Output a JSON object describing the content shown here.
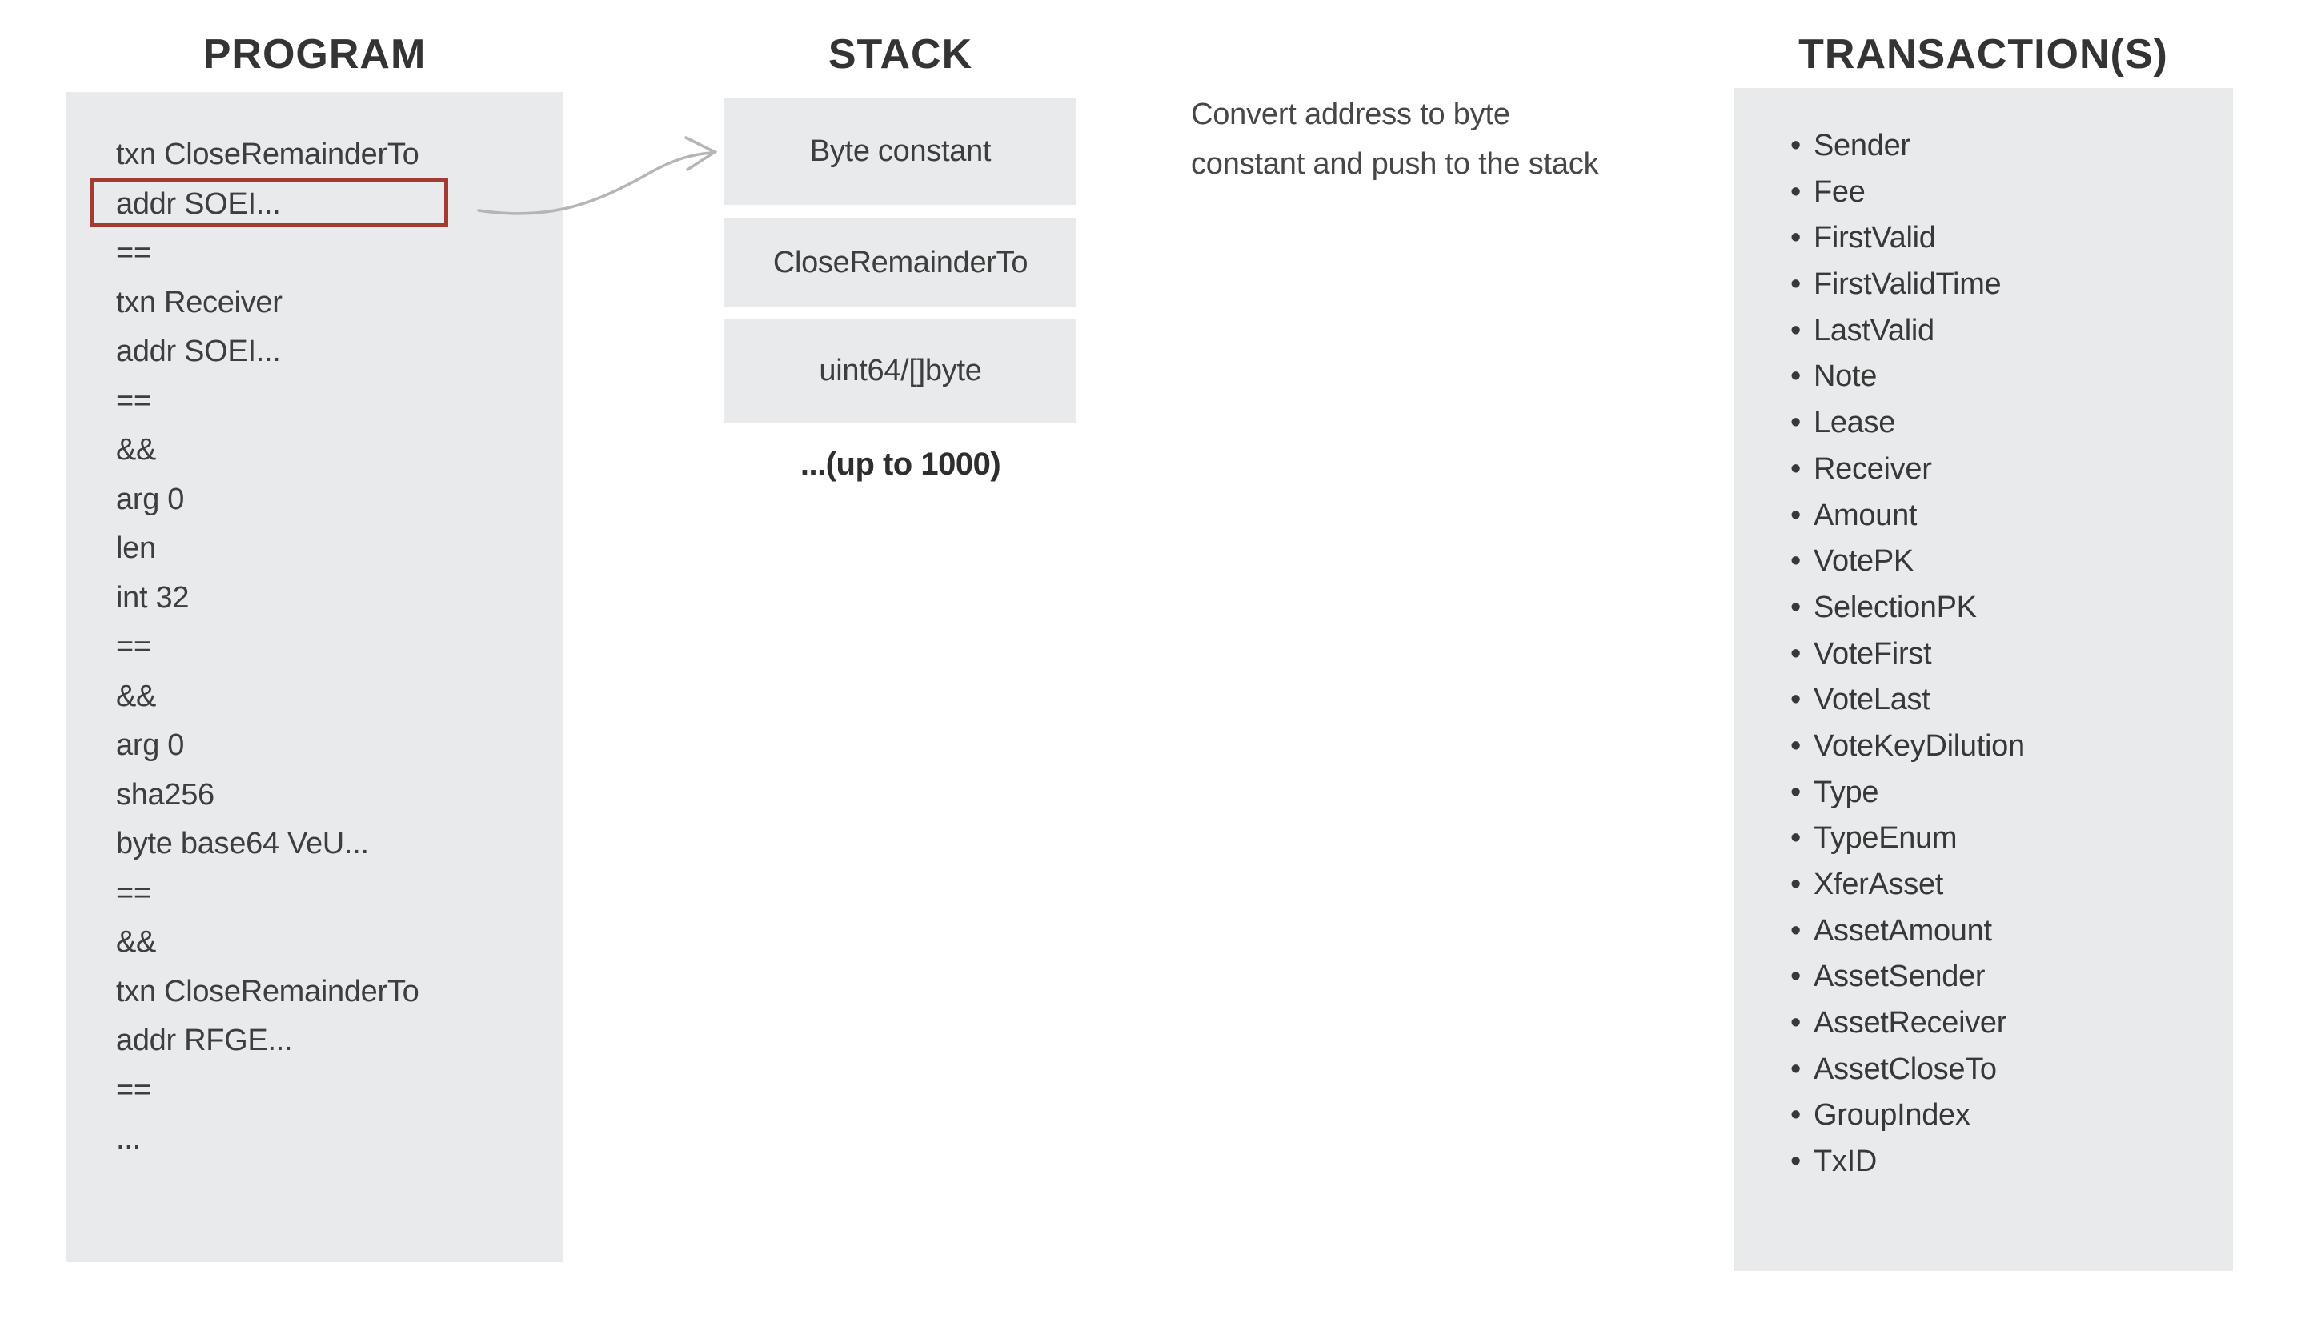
{
  "titles": {
    "program": "PROGRAM",
    "stack": "STACK",
    "transactions": "TRANSACTION(S)"
  },
  "program": {
    "lines": [
      "txn CloseRemainderTo",
      "addr SOEI...",
      "==",
      "txn Receiver",
      "addr SOEI...",
      "==",
      "&&",
      "arg 0",
      "len",
      "int 32",
      "==",
      "&&",
      "arg 0",
      "sha256",
      "byte base64 VeU...",
      "==",
      "&&",
      "txn CloseRemainderTo",
      "addr RFGE...",
      "==",
      "..."
    ],
    "highlighted_line": "addr SOEI...",
    "highlight_index": 1
  },
  "stack": {
    "boxes": [
      "Byte constant",
      "CloseRemainderTo",
      "uint64/[]byte"
    ],
    "note": "...(up to 1000)"
  },
  "annotation": {
    "lines": [
      "Convert address to byte",
      "constant and push to the stack"
    ]
  },
  "transactions": {
    "bullet": "•",
    "fields": [
      "Sender",
      "Fee",
      "FirstValid",
      "FirstValidTime",
      "LastValid",
      "Note",
      "Lease",
      "Receiver",
      "Amount",
      "VotePK",
      "SelectionPK",
      "VoteFirst",
      "VoteLast",
      "VoteKeyDilution",
      "Type",
      "TypeEnum",
      "XferAsset",
      "AssetAmount",
      "AssetSender",
      "AssetReceiver",
      "AssetCloseTo",
      "GroupIndex",
      "TxID"
    ]
  },
  "colors": {
    "panel": "#e8eaec",
    "text": "#3e3e3e",
    "title": "#343434",
    "highlight": "#a23b32",
    "arrow": "#b5b5b5",
    "note": "#2e2e2e"
  }
}
